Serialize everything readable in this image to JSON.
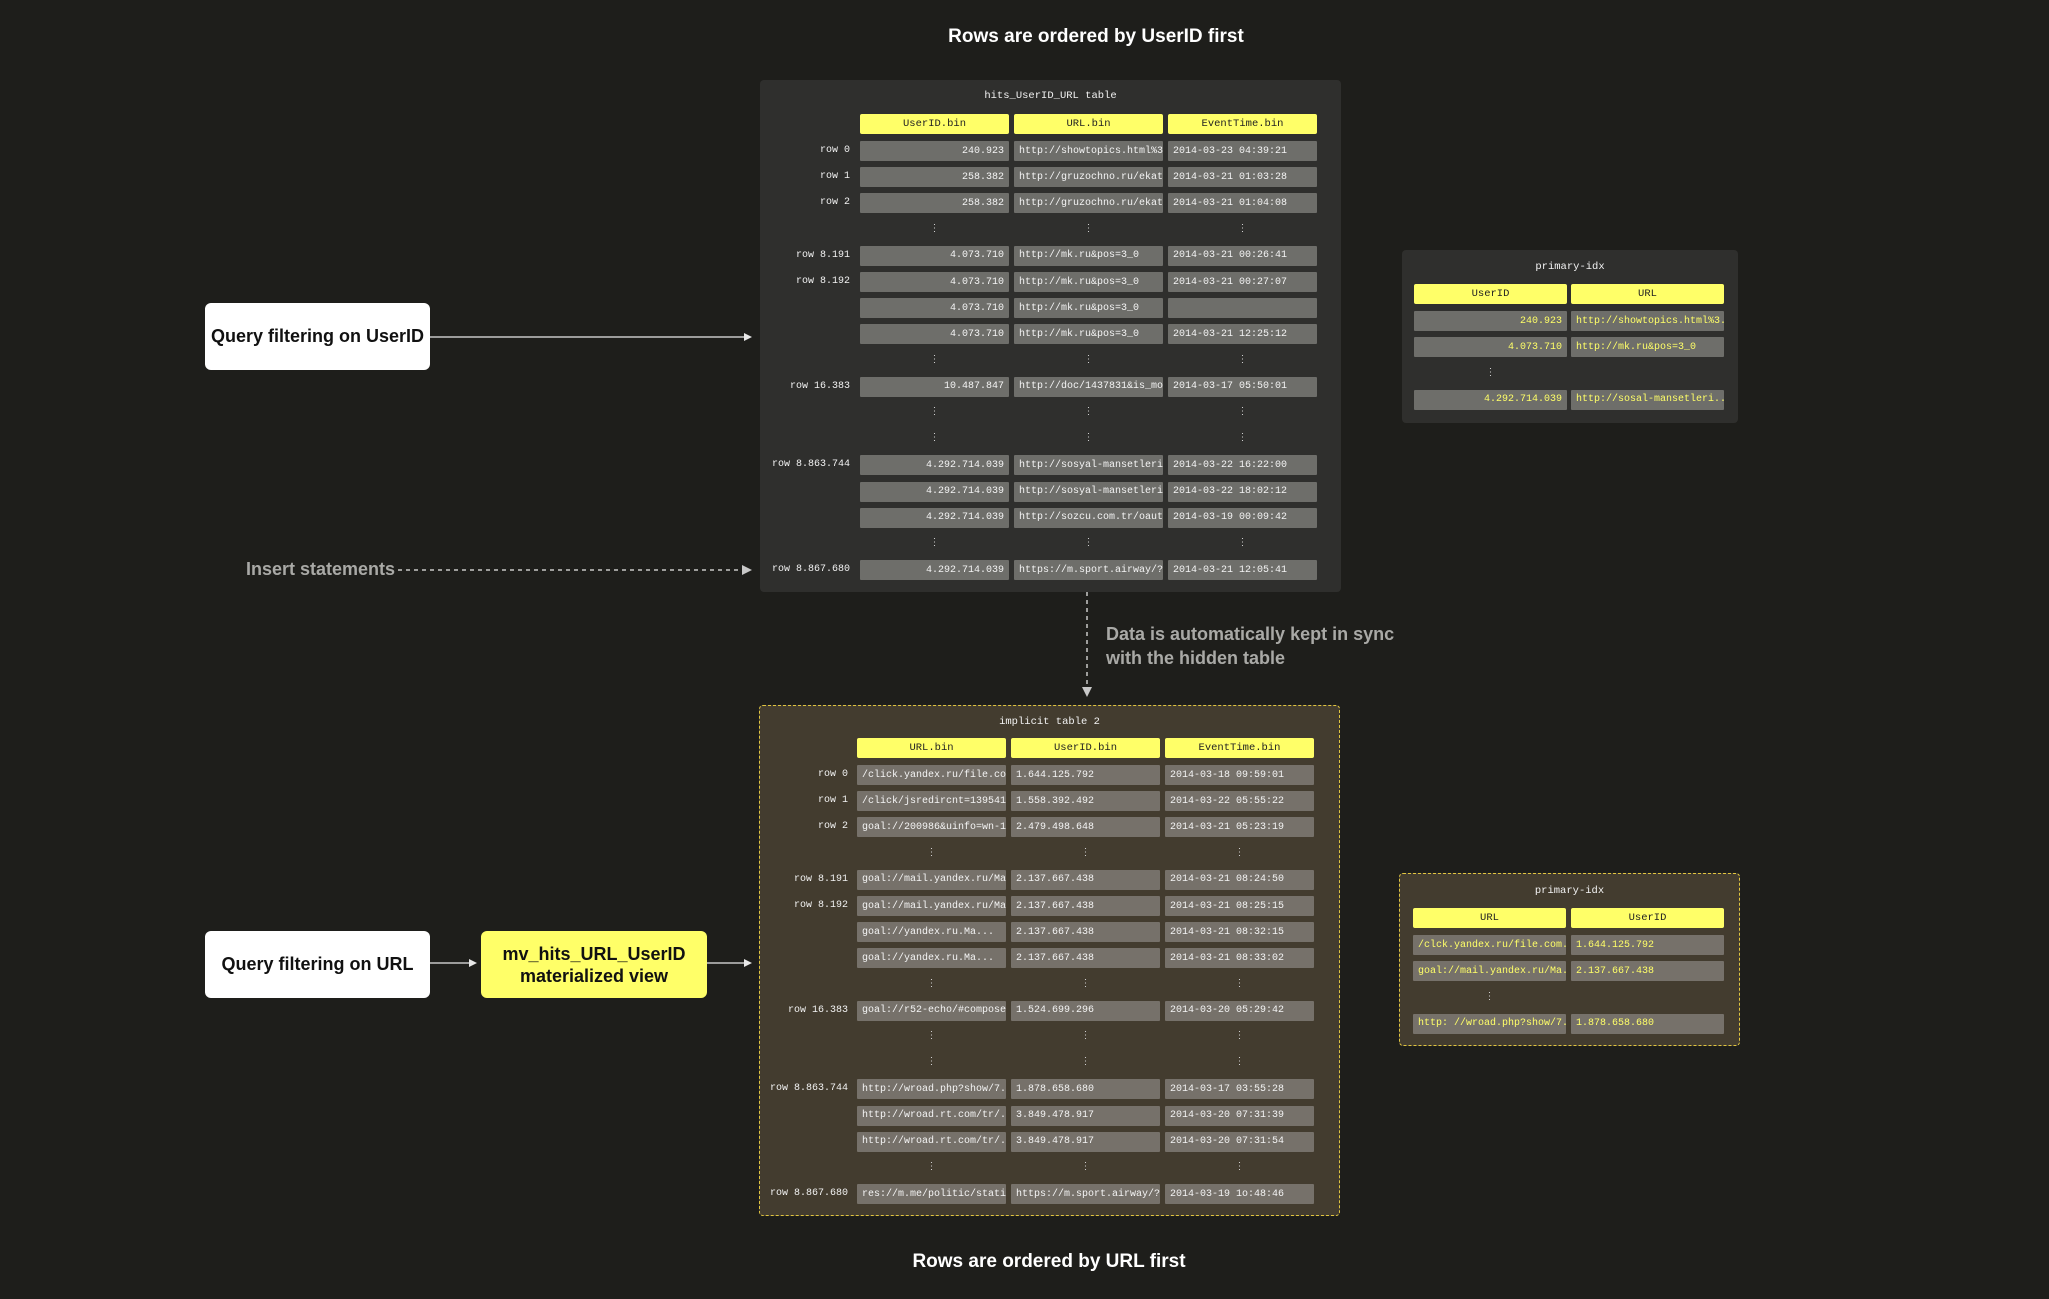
{
  "headings": {
    "top": "Rows are ordered by UserID first",
    "bottom": "Rows are ordered by URL first"
  },
  "left": {
    "query_userid": "Query filtering on UserID",
    "insert": "Insert statements",
    "query_url": "Query filtering on URL",
    "mv_line1": "mv_hits_URL_UserID",
    "mv_line2": "materialized view"
  },
  "sync_note": {
    "line1": "Data is automatically kept in sync",
    "line2": "with the hidden table"
  },
  "dots_char": "⋮",
  "top_table": {
    "title": "hits_UserID_URL table",
    "columns": [
      "UserID.bin",
      "URL.bin",
      "EventTime.bin"
    ],
    "rows": [
      {
        "label": "row 0",
        "cells": [
          "240.923",
          "http://showtopics.html%3...",
          "2014-03-23 04:39:21"
        ]
      },
      {
        "label": "row 1",
        "cells": [
          "258.382",
          "http://gruzochno.ru/ekat...",
          "2014-03-21 01:03:28"
        ]
      },
      {
        "label": "row 2",
        "cells": [
          "258.382",
          "http://gruzochno.ru/ekat...",
          "2014-03-21 01:04:08"
        ]
      },
      {
        "dots": true
      },
      {
        "label": "row 8.191",
        "cells": [
          "4.073.710",
          "http://mk.ru&pos=3_0",
          "2014-03-21 00:26:41"
        ]
      },
      {
        "label": "row 8.192",
        "cells": [
          "4.073.710",
          "http://mk.ru&pos=3_0",
          "2014-03-21 00:27:07"
        ]
      },
      {
        "label": "",
        "cells": [
          "4.073.710",
          "http://mk.ru&pos=3_0",
          ""
        ]
      },
      {
        "label": "",
        "cells": [
          "4.073.710",
          "http://mk.ru&pos=3_0",
          "2014-03-21 12:25:12"
        ]
      },
      {
        "dots": true
      },
      {
        "label": "row 16.383",
        "cells": [
          "10.487.847",
          "http://doc/1437831&is_mo...",
          "2014-03-17 05:50:01"
        ]
      },
      {
        "dots": true
      },
      {
        "dots": true
      },
      {
        "label": "row 8.863.744",
        "cells": [
          "4.292.714.039",
          "http://sosyal-mansetleri...",
          "2014-03-22 16:22:00"
        ]
      },
      {
        "label": "",
        "cells": [
          "4.292.714.039",
          "http://sosyal-mansetleri...",
          "2014-03-22 18:02:12"
        ]
      },
      {
        "label": "",
        "cells": [
          "4.292.714.039",
          "http://sozcu.com.tr/oaut",
          "2014-03-19 00:09:42"
        ]
      },
      {
        "dots": true
      },
      {
        "label": "row 8.867.680",
        "cells": [
          "4.292.714.039",
          "https://m.sport.airway/?",
          "2014-03-21 12:05:41"
        ]
      }
    ]
  },
  "top_index": {
    "title": "primary-idx",
    "columns": [
      "UserID",
      "URL"
    ],
    "rows": [
      {
        "cells": [
          "240.923",
          "http://showtopics.html%3..."
        ]
      },
      {
        "cells": [
          "4.073.710",
          "http://mk.ru&pos=3_0"
        ]
      },
      {
        "dots": true
      },
      {
        "cells": [
          "4.292.714.039",
          "http://sosal-mansetleri..."
        ]
      }
    ]
  },
  "bottom_table": {
    "title": "implicit table 2",
    "columns": [
      "URL.bin",
      "UserID.bin",
      "EventTime.bin"
    ],
    "rows": [
      {
        "label": "row 0",
        "cells": [
          "/click.yandex.ru/file.co ...",
          "1.644.125.792",
          "2014-03-18 09:59:01"
        ]
      },
      {
        "label": "row 1",
        "cells": [
          "/click/jsredircnt=1395412...",
          "1.558.392.492",
          "2014-03-22 05:55:22"
        ]
      },
      {
        "label": "row 2",
        "cells": [
          "goal://200986&uinfo=wn-1...",
          "2.479.498.648",
          "2014-03-21 05:23:19"
        ]
      },
      {
        "dots": true
      },
      {
        "label": "row 8.191",
        "cells": [
          "goal://mail.yandex.ru/Ma...",
          "2.137.667.438",
          "2014-03-21 08:24:50"
        ]
      },
      {
        "label": "row 8.192",
        "cells": [
          "goal://mail.yandex.ru/Ma...",
          "2.137.667.438",
          "2014-03-21 08:25:15"
        ]
      },
      {
        "label": "",
        "cells": [
          "goal://yandex.ru.Ma...",
          "2.137.667.438",
          "2014-03-21 08:32:15"
        ]
      },
      {
        "label": "",
        "cells": [
          "goal://yandex.ru.Ma...",
          "2.137.667.438",
          "2014-03-21 08:33:02"
        ]
      },
      {
        "dots": true
      },
      {
        "label": "row 16.383",
        "cells": [
          "goal://r52-echo/#compose...",
          "1.524.699.296",
          "2014-03-20 05:29:42"
        ]
      },
      {
        "dots": true
      },
      {
        "dots": true
      },
      {
        "label": "row 8.863.744",
        "cells": [
          "http://wroad.php?show/7...",
          "1.878.658.680",
          "2014-03-17 03:55:28"
        ]
      },
      {
        "label": "",
        "cells": [
          "http://wroad.rt.com/tr/...",
          "3.849.478.917",
          "2014-03-20 07:31:39"
        ]
      },
      {
        "label": "",
        "cells": [
          "http://wroad.rt.com/tr/...",
          "3.849.478.917",
          "2014-03-20 07:31:54"
        ]
      },
      {
        "dots": true
      },
      {
        "label": "row 8.867.680",
        "cells": [
          "res://m.me/politic/stati...",
          "https://m.sport.airway/?",
          "2014-03-19 1o:48:46"
        ]
      }
    ]
  },
  "bottom_index": {
    "title": "primary-idx",
    "columns": [
      "URL",
      "UserID"
    ],
    "rows": [
      {
        "cells": [
          "/clck.yandex.ru/file.com...",
          "1.644.125.792"
        ]
      },
      {
        "cells": [
          "goal://mail.yandex.ru/Ma...",
          "2.137.667.438"
        ]
      },
      {
        "dots": true
      },
      {
        "cells": [
          "http: //wroad.php?show/7...",
          "1.878.658.680"
        ]
      }
    ]
  }
}
